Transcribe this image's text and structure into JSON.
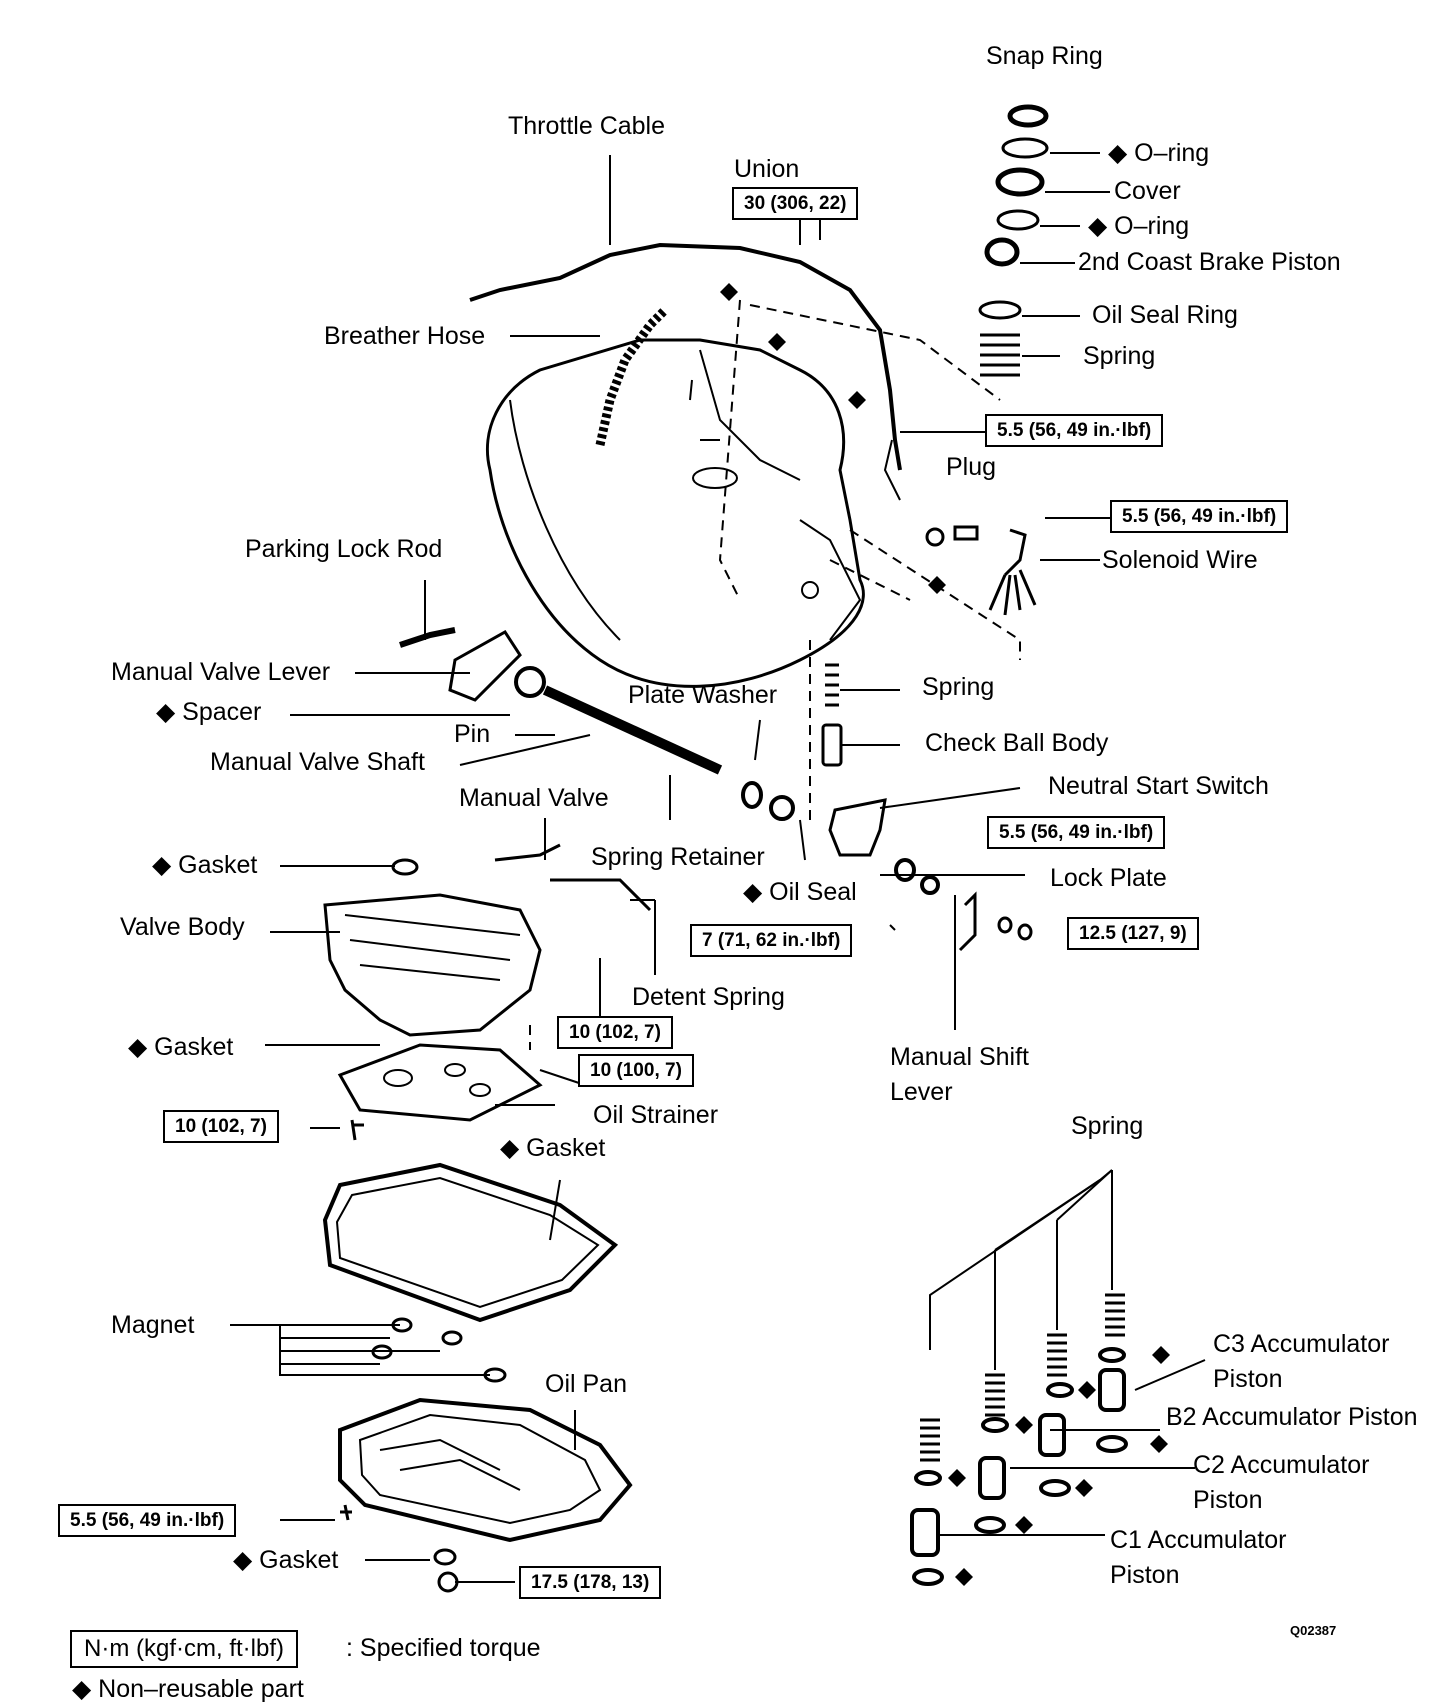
{
  "labels": {
    "snap_ring": "Snap Ring",
    "o_ring_1": "◆ O–ring",
    "cover": "Cover",
    "o_ring_2": "◆ O–ring",
    "coast_brake_piston": "2nd Coast Brake Piston",
    "oil_seal_ring": "Oil Seal Ring",
    "spring_top": "Spring",
    "throttle_cable": "Throttle Cable",
    "union": "Union",
    "breather_hose": "Breather Hose",
    "plug": "Plug",
    "solenoid_wire": "Solenoid Wire",
    "parking_lock_rod": "Parking Lock Rod",
    "manual_valve_lever": "Manual Valve Lever",
    "spacer": "◆ Spacer",
    "pin": "Pin",
    "manual_valve_shaft": "Manual Valve Shaft",
    "plate_washer": "Plate Washer",
    "spring_mid": "Spring",
    "check_ball_body": "Check Ball Body",
    "neutral_start_switch": "Neutral Start Switch",
    "manual_valve": "Manual Valve",
    "spring_retainer": "Spring Retainer",
    "gasket_1": "◆ Gasket",
    "oil_seal": "◆ Oil Seal",
    "lock_plate": "Lock Plate",
    "valve_body": "Valve Body",
    "detent_spring": "Detent Spring",
    "gasket_2": "◆ Gasket",
    "oil_strainer": "Oil Strainer",
    "manual_shift_lever": "Manual Shift Lever",
    "gasket_3": "◆ Gasket",
    "spring_acc": "Spring",
    "magnet": "Magnet",
    "oil_pan": "Oil Pan",
    "c3_acc": "C3 Accumulator Piston",
    "b2_acc": "B2 Accumulator Piston",
    "c2_acc": "C2 Accumulator Piston",
    "c1_acc": "C1 Accumulator Piston",
    "gasket_4": "◆ Gasket"
  },
  "torques": {
    "union": "30 (306, 22)",
    "throttle_bolt": "5.5 (56, 49 in.·lbf)",
    "solenoid": "5.5 (56, 49 in.·lbf)",
    "neutral_switch": "5.5 (56, 49 in.·lbf)",
    "lock_nut": "7 (71, 62 in.·lbf)",
    "shift_lever": "12.5 (127, 9)",
    "detent": "10 (102, 7)",
    "valve_body_bolt": "10 (100, 7)",
    "strainer": "10 (102, 7)",
    "pan_bolt": "5.5 (56, 49 in.·lbf)",
    "drain_plug": "17.5 (178, 13)"
  },
  "legend": {
    "box": "N·m (kgf·cm, ft·lbf)",
    "torque_text": ": Specified torque",
    "nonreusable": "◆ Non–reusable part"
  },
  "figure_code": "Q02387"
}
